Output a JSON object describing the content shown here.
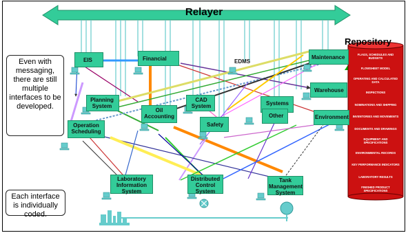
{
  "relayer": {
    "label": "Relayer"
  },
  "repository": {
    "title": "Repository",
    "items": [
      "FLAGS, SCHEDULES AND BUDGETS",
      "FLOWSHEET MODEL",
      "OPERATING AND CALCULATED DATA",
      "INSPECTIONS",
      "NOMINATIONS AND SHIPPING",
      "INVENTORIES AND MOVEMENTS",
      "DOCUMENTS AND DRAWINGS",
      "EQUIPMENT AND SPECIFICATIONS",
      "ENVIRONMENTAL RECORDS",
      "KEY PERFORMANCE INDICATORS",
      "LABORATORY RESULTS",
      "FINISHED PRODUCT SPECIFICATIONS"
    ]
  },
  "systems": {
    "eis": "EIS",
    "financial": "Financial",
    "edms": "EDMS",
    "maintenance": "Maintenance",
    "warehouse": "Warehouse",
    "planning": "Planning System",
    "cad": "CAD System",
    "systems": "Systems",
    "oil_accounting": "Oil Accounting",
    "safety": "Safety",
    "other": "Other",
    "environment": "Environment",
    "operation_scheduling": "Operation Scheduling",
    "lims": "Laboratory Information System",
    "dcs": "Distributed Control System",
    "tank": "Tank Management System"
  },
  "callouts": {
    "top": "Even with messaging, there are still multiple interfaces to be developed.",
    "bottom": "Each interface is individually coded."
  },
  "colors": {
    "relayer_bar": "#33cc99",
    "connector": "#66cccc",
    "repository_fill": "#cc1111",
    "system_node": "#33cc99"
  }
}
